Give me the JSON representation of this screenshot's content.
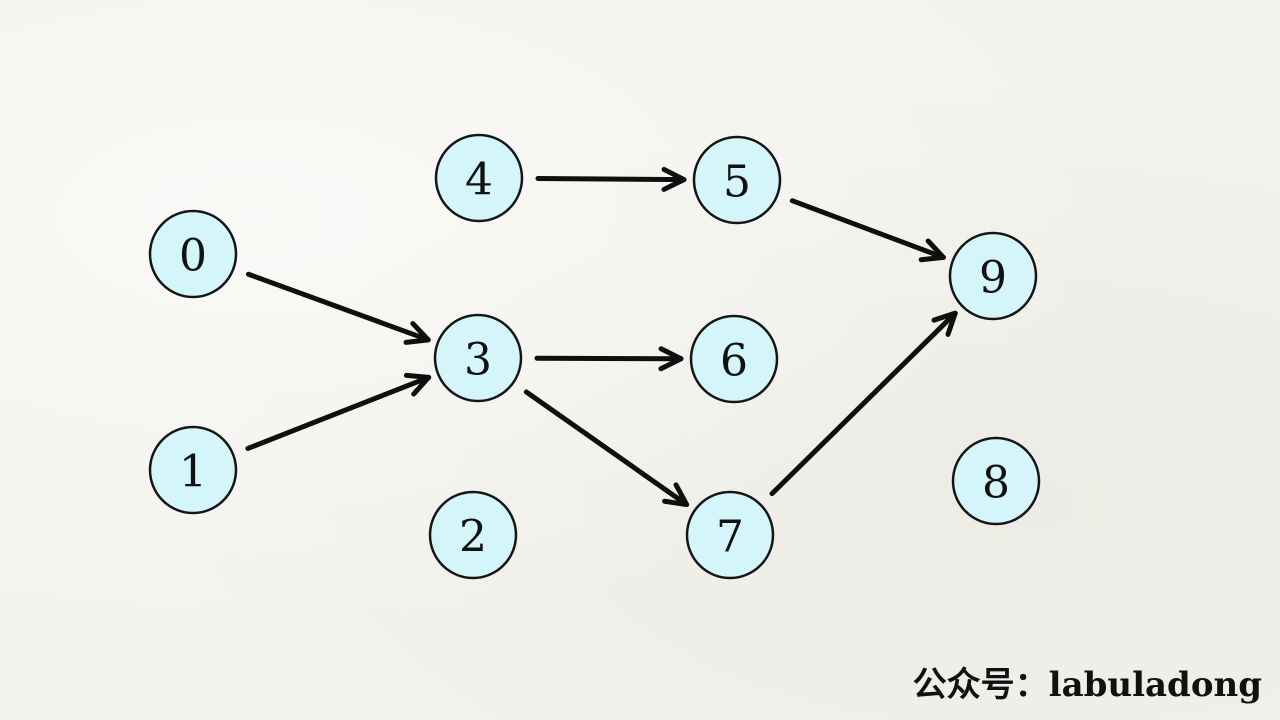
{
  "watermark": "公众号：labuladong",
  "colors": {
    "node_fill": "#d4f6fa",
    "node_stroke": "#151515",
    "edge": "#0f0f0f"
  },
  "nodes": [
    {
      "id": "0",
      "label": "0"
    },
    {
      "id": "1",
      "label": "1"
    },
    {
      "id": "2",
      "label": "2"
    },
    {
      "id": "3",
      "label": "3"
    },
    {
      "id": "4",
      "label": "4"
    },
    {
      "id": "5",
      "label": "5"
    },
    {
      "id": "6",
      "label": "6"
    },
    {
      "id": "7",
      "label": "7"
    },
    {
      "id": "8",
      "label": "8"
    },
    {
      "id": "9",
      "label": "9"
    }
  ],
  "edges": [
    {
      "from": "0",
      "to": "3"
    },
    {
      "from": "1",
      "to": "3"
    },
    {
      "from": "4",
      "to": "5"
    },
    {
      "from": "5",
      "to": "9"
    },
    {
      "from": "3",
      "to": "6"
    },
    {
      "from": "3",
      "to": "7"
    },
    {
      "from": "7",
      "to": "9"
    }
  ]
}
